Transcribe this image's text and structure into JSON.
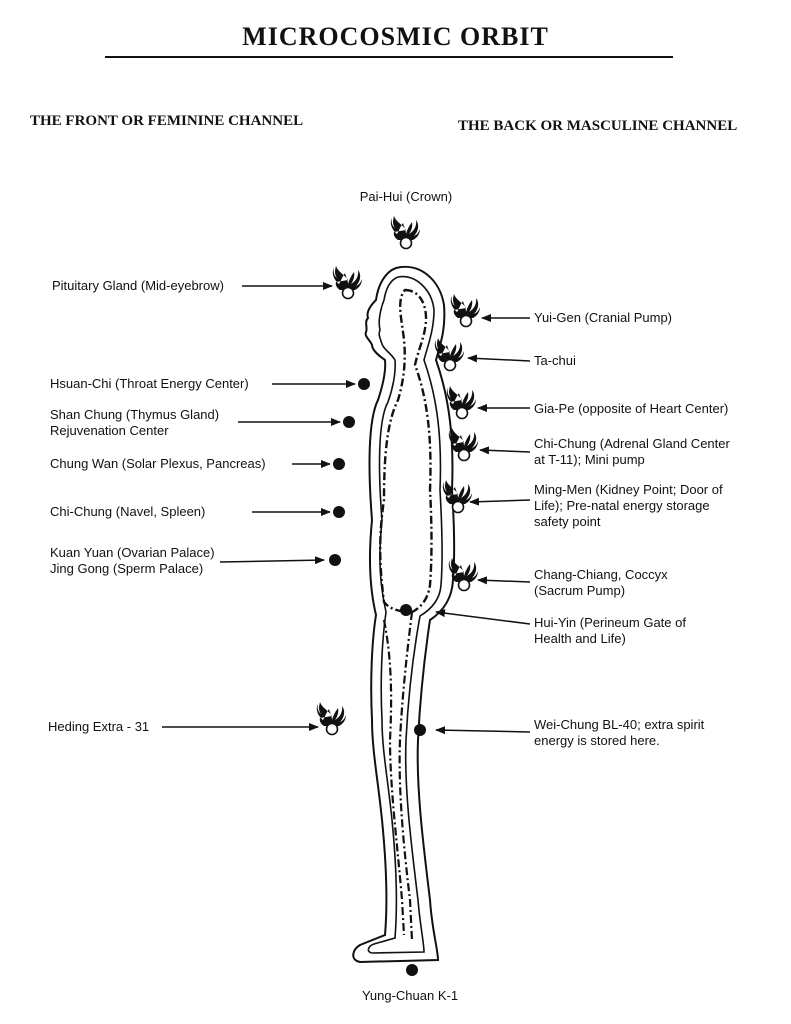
{
  "title": "MICROCOSMIC ORBIT",
  "headings": {
    "front": "THE FRONT OR FEMININE CHANNEL",
    "back": "THE BACK OR MASCULINE CHANNEL"
  },
  "labels": {
    "pai_hui": "Pai-Hui (Crown)",
    "pituitary": "Pituitary Gland (Mid-eyebrow)",
    "hsuan_chi": "Hsuan-Chi (Throat Energy Center)",
    "shan_chung": {
      "line1": "Shan Chung (Thymus Gland)",
      "line2": "Rejuvenation Center"
    },
    "chung_wan": "Chung Wan (Solar Plexus, Pancreas)",
    "chi_chung_navel": "Chi-Chung (Navel, Spleen)",
    "kuan_yuan": {
      "line1": "Kuan Yuan (Ovarian Palace)",
      "line2": "Jing Gong (Sperm Palace)"
    },
    "heding": "Heding Extra - 31",
    "yui_gen": "Yui-Gen (Cranial Pump)",
    "ta_chui": "Ta-chui",
    "gia_pe": "Gia-Pe (opposite of Heart Center)",
    "chi_chung_adrenal": {
      "line1": "Chi-Chung (Adrenal Gland Center",
      "line2": "at T-11); Mini pump"
    },
    "ming_men": {
      "line1": "Ming-Men (Kidney Point; Door of",
      "line2": "Life); Pre-natal energy storage",
      "line3": "safety point"
    },
    "chang_chiang": {
      "line1": "Chang-Chiang, Coccyx",
      "line2": "(Sacrum Pump)"
    },
    "hui_yin": {
      "line1": "Hui-Yin (Perineum Gate of",
      "line2": "Health and Life)"
    },
    "wei_chung": {
      "line1": "Wei-Chung BL-40; extra spirit",
      "line2": "energy is stored here."
    },
    "yung_chuan": "Yung-Chuan K-1"
  },
  "colors": {
    "ink": "#111111",
    "background": "#ffffff"
  },
  "icons": {
    "flame": "flame-icon",
    "point": "point-dot-icon"
  }
}
